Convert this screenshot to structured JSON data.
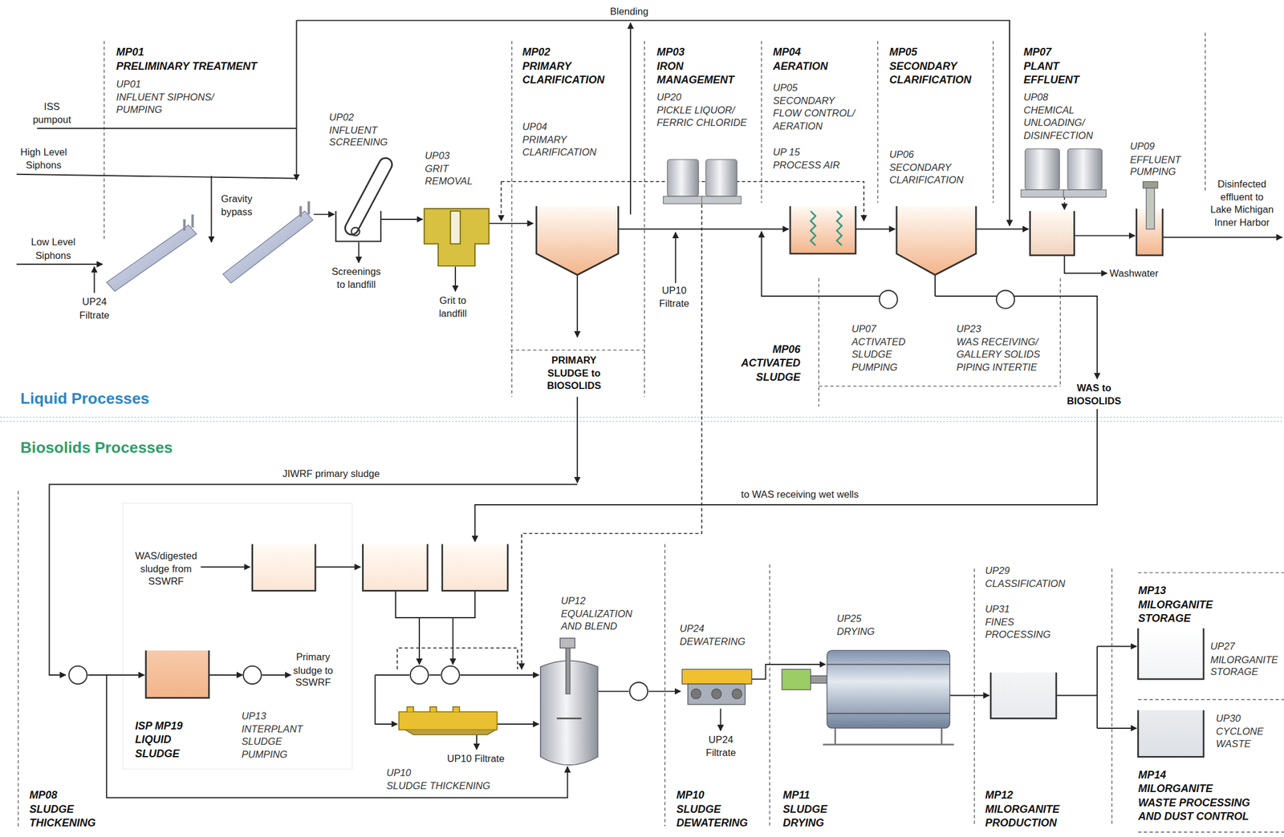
{
  "diagram": {
    "nodes": [
      {
        "text": [
          "MP01 PRELIMINARY TREATMENT",
          "UP01 INFLUENT SIPHONS/ PUMPING"
        ]
      },
      {
        "text": [
          "MP02 PRIMARY CLARIFICATION",
          "UP04 PRIMARY CLARIFICATION"
        ]
      },
      {
        "text": [
          "MP03 IRON MANAGEMENT",
          "UP20 PICKLE LIQUOR/ FERRIC CHLORIDE"
        ]
      },
      {
        "text": [
          "MP04 AERATION",
          "UP05 SECONDARY FLOW CONTROL/ AERATION",
          "UP 15 PROCESS AIR"
        ]
      },
      {
        "text": [
          "MP05 SECONDARY CLARIFICATION",
          "UP06 SECONDARY CLARIFICATION"
        ]
      },
      {
        "text": [
          "MP06 ACTIVATED SLUDGE",
          "UP07 ACTIVATED SLUDGE PUMPING",
          "UP23 WAS RECEIVING/ GALLERY SOLIDS PIPING INTERTIE"
        ]
      },
      {
        "text": [
          "MP07 PLANT EFFLUENT",
          "UP08 CHEMICAL UNLOADING/ DISINFECTION"
        ]
      },
      {
        "text": [
          "MP08 SLUDGE THICKENING"
        ]
      },
      {
        "text": [
          "ISP MP19 LIQUID SLUDGE",
          "UP13 INTERPLANT SLUDGE PUMPING"
        ]
      },
      {
        "text": [
          "MP10 SLUDGE DEWATERING"
        ]
      },
      {
        "text": [
          "MP11 SLUDGE DRYING"
        ]
      },
      {
        "text": [
          "MP12 MILORGANITE PRODUCTION"
        ]
      },
      {
        "text": [
          "MP13 MILORGANITE STORAGE",
          "UP27 MILORGANITE STORAGE"
        ]
      },
      {
        "text": [
          "MP14 MILORGANITE WASTE PROCESSING AND DUST CONTROL",
          "UP30 CYCLONE WASTE"
        ]
      }
    ],
    "labels": [
      "Blending",
      "ISS pumpout",
      "High Level Siphons",
      "Low Level Siphons",
      "UP24 Filtrate",
      "Gravity bypass",
      "UP02 INFLUENT SCREENING",
      "Screenings to landfill",
      "UP03 GRIT REMOVAL",
      "Grit to landfill",
      "PRIMARY SLUDGE to BIOSOLIDS",
      "UP10 Filtrate",
      "Disinfected effluent to Lake Michigan Inner Harbor",
      "UP09 EFFLUENT PUMPING",
      "Washwater",
      "WAS to BIOSOLIDS",
      "Liquid Processes",
      "Biosolids Processes",
      "JIWRF primary sludge",
      "to WAS receiving wet wells",
      "WAS/digested sludge from SSWRF",
      "Primary sludge to SSWRF",
      "UP12 EQUALIZATION AND BLEND",
      "UP10 Filtrate",
      "UP10 SLUDGE THICKENING",
      "UP24 DEWATERING",
      "UP24 Filtrate",
      "UP25 DRYING",
      "UP29 CLASSIFICATION",
      "UP31 FINES PROCESSING"
    ]
  }
}
